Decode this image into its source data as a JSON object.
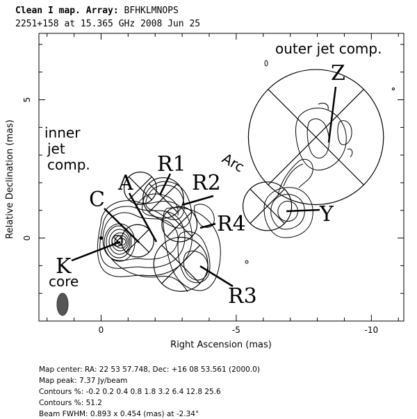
{
  "header": {
    "line1_prefix": "Clean I map.  Array: ",
    "array": "BFHKLMNOPS",
    "line2": "2251+158 at 15.365 GHz 2008 Jun 25"
  },
  "chart_data": {
    "type": "contour",
    "xlabel": "Right Ascension  (mas)",
    "ylabel": "Relative Declination  (mas)",
    "xlim": [
      2.3,
      -11.2
    ],
    "ylim": [
      -3.0,
      7.4
    ],
    "x_ticks": [
      {
        "value": 0,
        "label": "0"
      },
      {
        "value": -5,
        "label": "-5"
      },
      {
        "value": -10,
        "label": "-10"
      }
    ],
    "y_ticks": [
      {
        "value": 0,
        "label": "0"
      },
      {
        "value": 5,
        "label": "5"
      }
    ],
    "contour_levels_percent": [
      -0.2,
      0.2,
      0.4,
      0.8,
      1.8,
      3.2,
      6.4,
      12.8,
      25.6,
      51.2
    ],
    "map_peak": "7.37 Jy/beam",
    "beam": {
      "bmaj_mas": 0.893,
      "bmin_mas": 0.454,
      "pa_deg": -2.34
    },
    "components": [
      {
        "name": "K",
        "x": 0.0,
        "y": 0.0,
        "size": 0.0
      },
      {
        "name": "C",
        "x": -0.6,
        "y": -0.1,
        "size": 0.4
      },
      {
        "name": "A",
        "x": -1.35,
        "y": -0.1,
        "size": 1.2
      },
      {
        "name": "R1",
        "x": -1.45,
        "y": 1.8,
        "size": 1.2
      },
      {
        "name": "R2",
        "x": -2.3,
        "y": 1.45,
        "size": 1.5
      },
      {
        "name": "R4",
        "x": -2.9,
        "y": 0.5,
        "size": 1.3
      },
      {
        "name": "R3",
        "x": -2.95,
        "y": -0.95,
        "size": 2.0
      },
      {
        "name": "Y",
        "x": -6.15,
        "y": 1.15,
        "size": 1.8
      },
      {
        "name": "Z",
        "x": -7.95,
        "y": 3.65,
        "size": 5.0
      }
    ],
    "annotations": {
      "K": "K",
      "core": "core",
      "C": "C",
      "A": "A",
      "R1": "R1",
      "R2": "R2",
      "R3": "R3",
      "R4": "R4",
      "Y": "Y",
      "Z": "Z",
      "arc": "Arc",
      "inner_jet": [
        "inner",
        "jet",
        "comp."
      ],
      "outer_jet": "outer jet comp."
    }
  },
  "footer": {
    "map_center": "Map center:  RA: 22 53 57.748,  Dec: +16 08 53.561 (2000.0)",
    "map_peak": "Map peak: 7.37 Jy/beam",
    "contours1": "Contours %: -0.2 0.2 0.4 0.8 1.8 3.2 6.4 12.8 25.6",
    "contours2": "Contours %: 51.2",
    "beam": "Beam FWHM: 0.893 x 0.454 (mas) at -2.34°"
  }
}
